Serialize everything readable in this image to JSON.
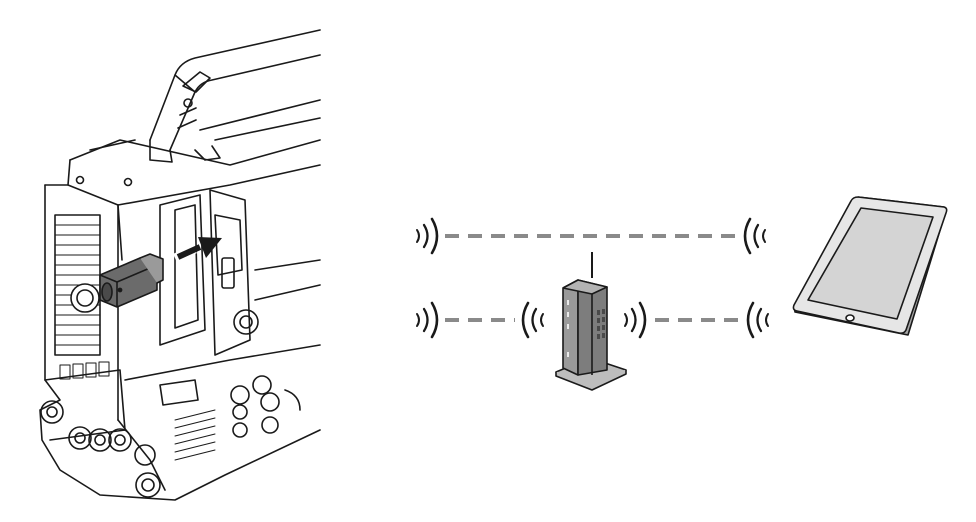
{
  "diagram": {
    "type": "wireless-connection-illustration",
    "devices": [
      {
        "name": "camera-recorder",
        "icon": "camcorder-icon"
      },
      {
        "name": "wireless-lan-module",
        "icon": "usb-module-icon"
      },
      {
        "name": "wireless-access-point",
        "icon": "router-icon"
      },
      {
        "name": "tablet-terminal",
        "icon": "tablet-icon"
      }
    ],
    "connections": [
      {
        "from": "camera-recorder",
        "to": "tablet-terminal",
        "mode": "direct"
      },
      {
        "from": "camera-recorder",
        "to": "wireless-access-point",
        "mode": "infrastructure"
      },
      {
        "from": "wireless-access-point",
        "to": "tablet-terminal",
        "mode": "infrastructure"
      }
    ],
    "colors": {
      "line": "#1a1a1a",
      "dash": "#8a8a8a",
      "module_fill": "#6b6b6b",
      "router_fill": "#8c8c8c",
      "router_base": "#bdbdbd",
      "tablet_screen": "#d9d9d9",
      "tablet_body": "#a6a6a6"
    }
  }
}
